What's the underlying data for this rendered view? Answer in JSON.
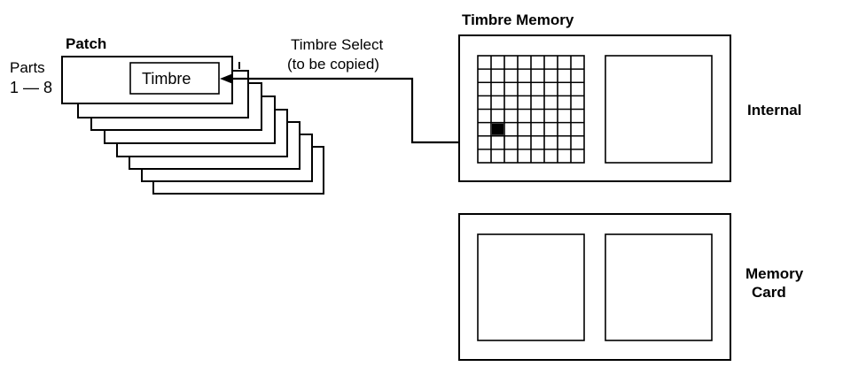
{
  "patch": {
    "title": "Patch",
    "parts_label_line1": "Parts",
    "parts_label_line2": "1 — 8",
    "timbre_box_label": "Timbre"
  },
  "timbre_select": {
    "line1": "Timbre Select",
    "line2": "(to be copied)"
  },
  "timbre_memory": {
    "title": "Timbre Memory",
    "internal_label": "Internal",
    "memory_card_label_line1": "Memory",
    "memory_card_label_line2": "Card",
    "grid_rows": 8,
    "grid_cols": 8,
    "selected_cell": {
      "row": 6,
      "col": 2
    }
  }
}
